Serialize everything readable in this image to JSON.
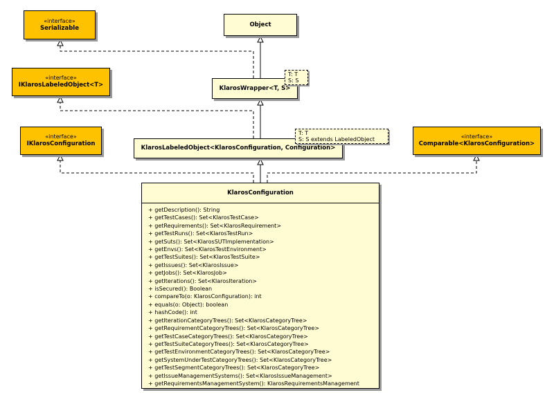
{
  "stereotype": "«interface»",
  "boxes": {
    "serializable": "Serializable",
    "object": "Object",
    "iklaros_labeled_object": "IKlarosLabeledObject<T>",
    "klaros_wrapper": "KlarosWrapper<T, S>",
    "iklaros_configuration": "IKlarosConfiguration",
    "klaros_labeled_object": "KlarosLabeledObject<KlarosConfiguration, Configuration>",
    "comparable": "Comparable<KlarosConfiguration>",
    "klaros_configuration": "KlarosConfiguration"
  },
  "type_params": {
    "wrapper": [
      "T: T",
      "S: S"
    ],
    "labeled_object": [
      "T: T",
      "S: S extends LabeledObject"
    ]
  },
  "methods": [
    "+ getDescription(): String",
    "+ getTestCases(): Set<KlarosTestCase>",
    "+ getRequirements(): Set<KlarosRequirement>",
    "+ getTestRuns(): Set<KlarosTestRun>",
    "+ getSuts(): Set<KlarosSUTImplementation>",
    "+ getEnvs(): Set<KlarosTestEnvironment>",
    "+ getTestSuites(): Set<KlarosTestSuite>",
    "+ getIssues(): Set<KlarosIssue>",
    "+ getJobs(): Set<KlarosJob>",
    "+ getIterations(): Set<KlarosIteration>",
    "+ isSecured(): Boolean",
    "+ compareTo(o: KlarosConfiguration): int",
    "+ equals(o: Object): boolean",
    "+ hashCode(): int",
    "+ getIterationCategoryTrees(): Set<KlarosCategoryTree>",
    "+ getRequirementCategoryTrees(): Set<KlarosCategoryTree>",
    "+ getTestCaseCategoryTrees(): Set<KlarosCategoryTree>",
    "+ getTestSuiteCategoryTrees(): Set<KlarosCategoryTree>",
    "+ getTestEnvironmentCategoryTrees(): Set<KlarosCategoryTree>",
    "+ getSystemUnderTestCategoryTrees(): Set<KlarosCategoryTree>",
    "+ getTestSegmentCategoryTrees(): Set<KlarosCategoryTree>",
    "+ getIssueManagementSystems(): Set<KlarosIssueManagement>",
    "+ getRequirementsManagementSystem(): KlarosRequirementsManagement"
  ]
}
